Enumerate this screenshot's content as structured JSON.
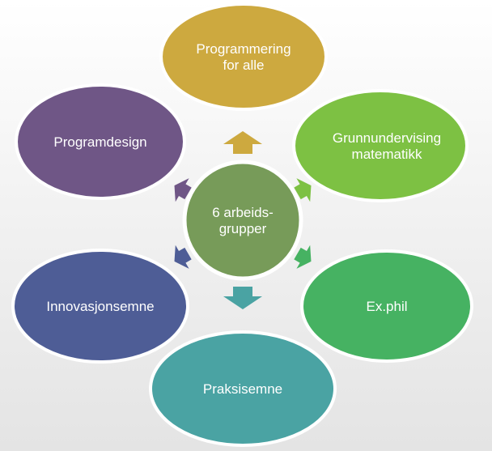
{
  "center": {
    "lines": [
      "6 arbeids-",
      "grupper"
    ],
    "color": "#779B59"
  },
  "groups": [
    {
      "lines": [
        "Programmering",
        "for alle"
      ],
      "color": "#CDA93F"
    },
    {
      "lines": [
        "Grunnundervising",
        "matematikk"
      ],
      "color": "#7DC143"
    },
    {
      "lines": [
        "Ex.phil"
      ],
      "color": "#46B262"
    },
    {
      "lines": [
        "Praksisemne"
      ],
      "color": "#4AA3A3"
    },
    {
      "lines": [
        "Innovasjonsemne"
      ],
      "color": "#4E5D96"
    },
    {
      "lines": [
        "Programdesign"
      ],
      "color": "#6F5686"
    }
  ]
}
